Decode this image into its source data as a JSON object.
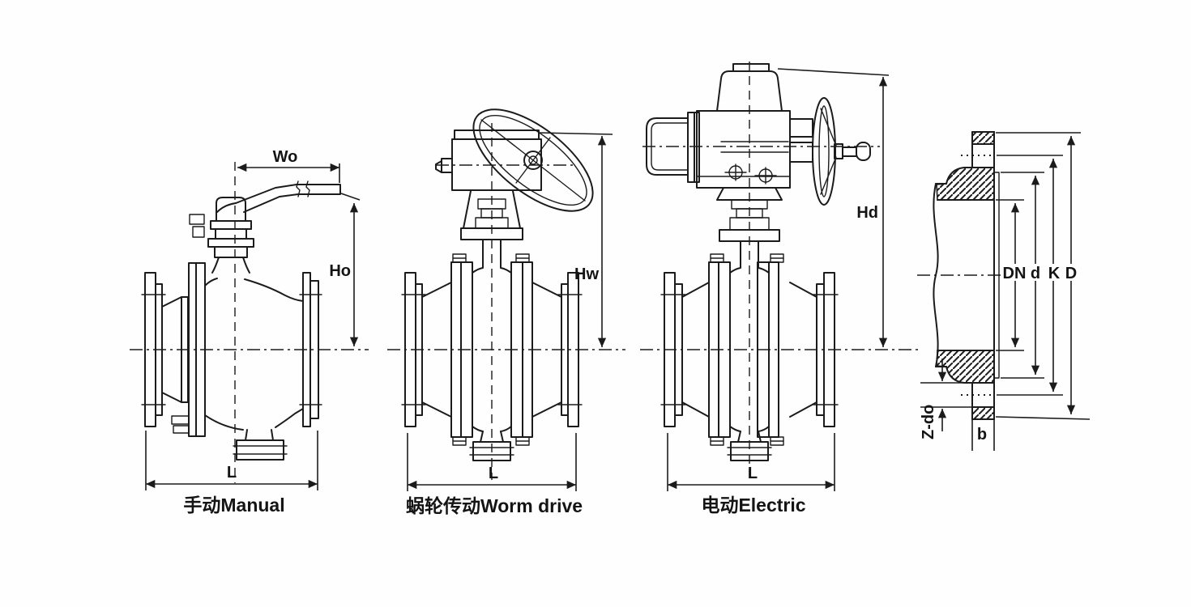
{
  "page": {
    "background": "#fefefe",
    "ink": "#1b1b1b",
    "type": "valve-dimension-drawing"
  },
  "views": {
    "manual": {
      "caption": "手动Manual",
      "dims": {
        "width": "Wo",
        "height": "Ho",
        "length": "L"
      }
    },
    "worm": {
      "caption": "蜗轮传动Worm drive",
      "dims": {
        "height": "Hw",
        "length": "L"
      }
    },
    "electric": {
      "caption": "电动Electric",
      "dims": {
        "height": "Hd",
        "length": "L"
      }
    }
  },
  "flange_section": {
    "dims": {
      "bore": "DN",
      "seal_face": "d",
      "bolt_circle": "K",
      "outside": "D",
      "thickness": "b",
      "bolt_holes": "Z-do"
    }
  }
}
